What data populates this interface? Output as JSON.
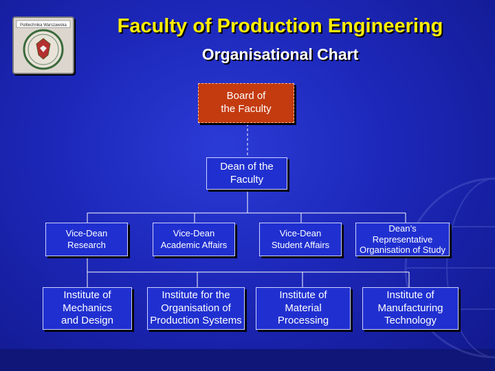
{
  "header": {
    "logo_text": "Politechnika Warszawska",
    "title": "Faculty of Production Engineering",
    "subtitle": "Organisational Chart"
  },
  "colors": {
    "title": "#ffee00",
    "board_box": "#c43b10",
    "node_box": "#2030d0",
    "background": "#1c27b8"
  },
  "chart": {
    "board": "Board of\nthe Faculty",
    "dean": "Dean of the\nFaculty",
    "vice_deans": [
      "Vice-Dean\nResearch",
      "Vice-Dean\nAcademic Affairs",
      "Vice-Dean\nStudent Affairs",
      "Dean’s\nRepresentative\nOrganisation of Study"
    ],
    "institutes": [
      "Institute of\nMechanics\nand Design",
      "Institute for the\nOrganisation of\nProduction Systems",
      "Institute of\nMaterial\nProcessing",
      "Institute of\nManufacturing\nTechnology"
    ]
  }
}
